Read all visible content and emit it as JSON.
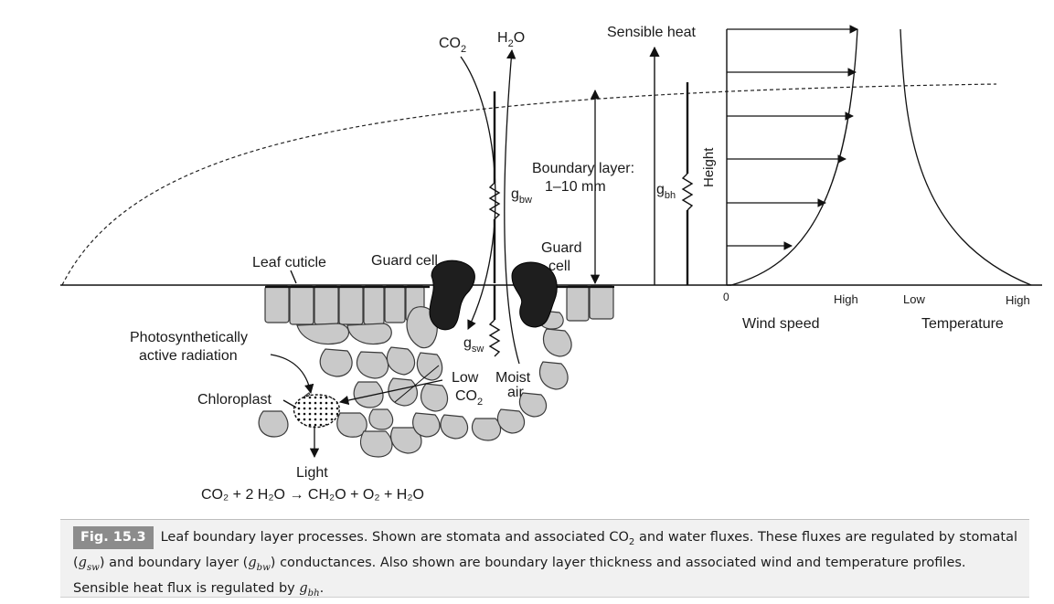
{
  "labels": {
    "co2": "CO",
    "h2o": "H",
    "sensible_heat": "Sensible heat",
    "boundary_layer_1": "Boundary layer:",
    "boundary_layer_2": "1–10 mm",
    "g": "g",
    "bw": "bw",
    "bh": "bh",
    "sw": "sw",
    "height": "Height",
    "leaf_cuticle": "Leaf cuticle",
    "guard_cell_left": "Guard cell",
    "guard_cell_right_1": "Guard",
    "guard_cell_right_2": "cell",
    "par_1": "Photosynthetically",
    "par_2": "active radiation",
    "chloroplast": "Chloroplast",
    "low": "Low",
    "moist": "Moist",
    "air": "air",
    "light": "Light",
    "equation": "CO₂ + 2 H₂O → CH₂O + O₂ + H₂O",
    "zero": "0",
    "high_wind": "High",
    "low_temp": "Low",
    "high_temp": "High",
    "wind_speed": "Wind speed",
    "temperature": "Temperature",
    "sub2": "2",
    "h2o_o": "O"
  },
  "caption": {
    "fig_label": "Fig. 15.3",
    "part1": "Leaf boundary layer processes. Shown are stomata and associated CO",
    "part2": " and water fluxes. These fluxes are regulated by stomatal (",
    "part3": ") and boundary layer (",
    "part4": ") conductances. Also shown are boundary layer thickness and associated wind and temperature profiles. Sensible heat flux is regulated by ",
    "part5": ".",
    "sub2": "2",
    "g": "g",
    "sw": "sw",
    "bw": "bw",
    "bh": "bh"
  }
}
